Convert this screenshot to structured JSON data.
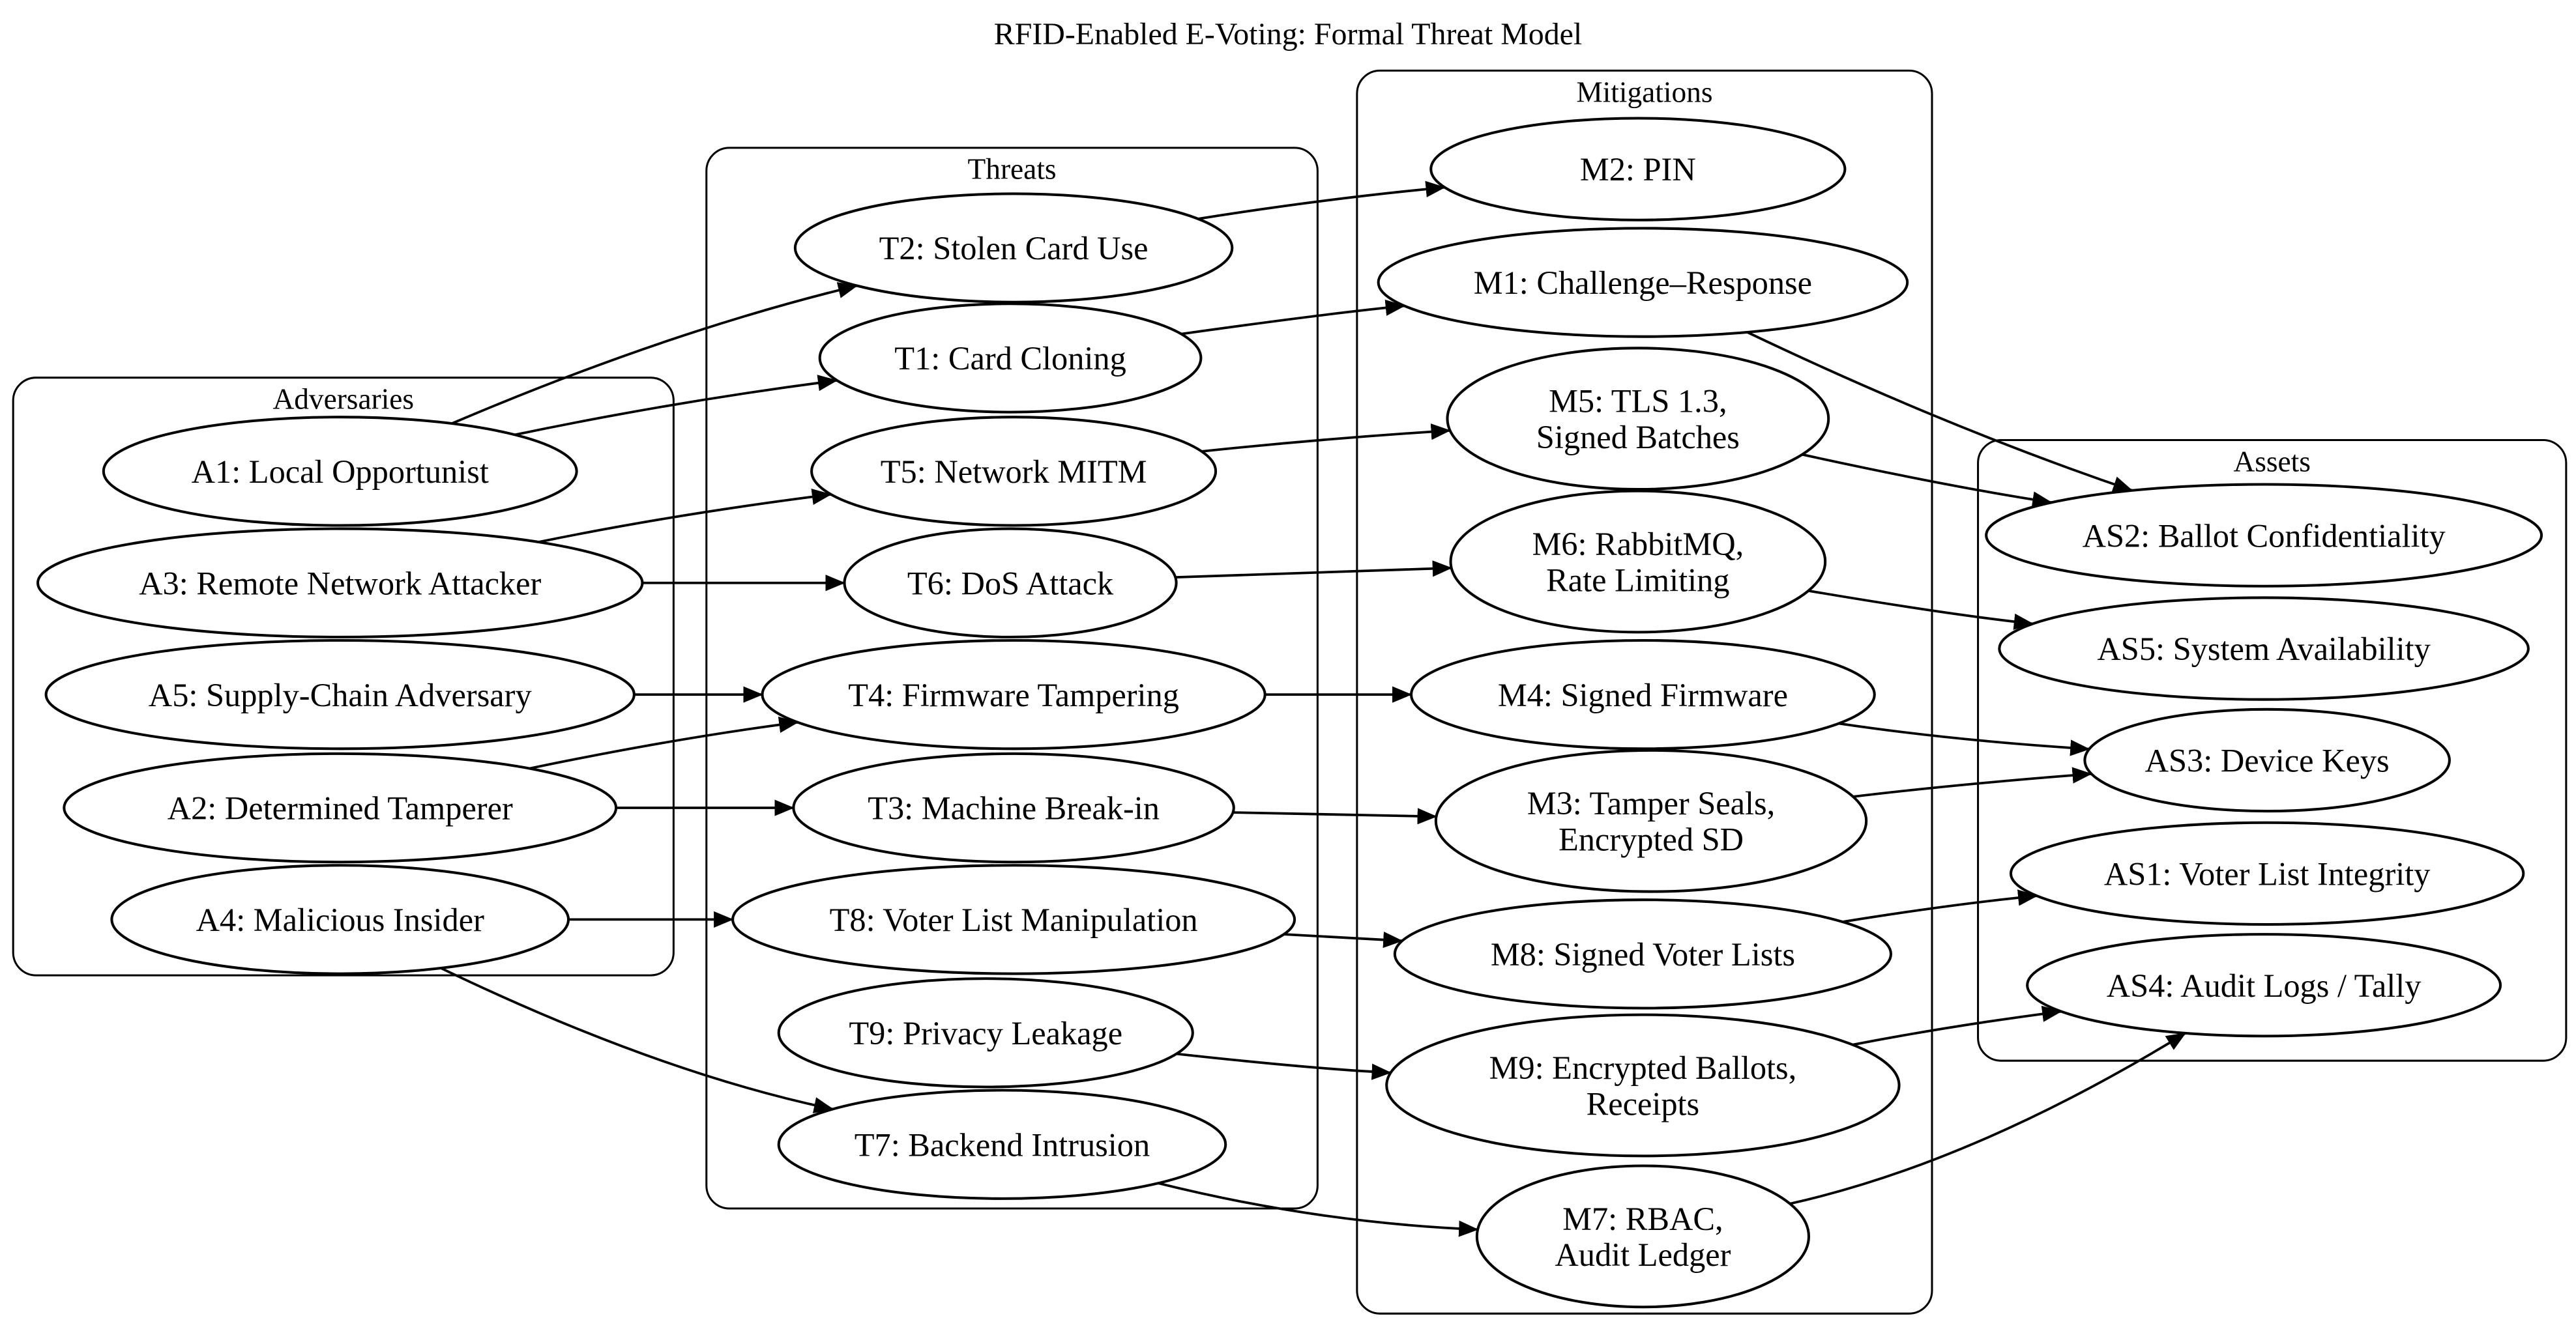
{
  "title": "RFID-Enabled E-Voting: Formal Threat Model",
  "colors": {
    "stroke": "#000000",
    "fill": "#ffffff",
    "background": "#ffffff",
    "text": "#000000"
  },
  "diagram": {
    "clusters": [
      {
        "id": "adversaries",
        "label": "Adversaries"
      },
      {
        "id": "threats",
        "label": "Threats"
      },
      {
        "id": "mitigations",
        "label": "Mitigations"
      },
      {
        "id": "assets",
        "label": "Assets"
      }
    ],
    "nodes": [
      {
        "id": "A1",
        "label": "A1: Local Opportunist",
        "cluster": "adversaries"
      },
      {
        "id": "A3",
        "label": "A3: Remote Network Attacker",
        "cluster": "adversaries"
      },
      {
        "id": "A5",
        "label": "A5: Supply-Chain Adversary",
        "cluster": "adversaries"
      },
      {
        "id": "A2",
        "label": "A2: Determined Tamperer",
        "cluster": "adversaries"
      },
      {
        "id": "A4",
        "label": "A4: Malicious Insider",
        "cluster": "adversaries"
      },
      {
        "id": "T2",
        "label": "T2: Stolen Card Use",
        "cluster": "threats"
      },
      {
        "id": "T1",
        "label": "T1: Card Cloning",
        "cluster": "threats"
      },
      {
        "id": "T5",
        "label": "T5: Network MITM",
        "cluster": "threats"
      },
      {
        "id": "T6",
        "label": "T6: DoS Attack",
        "cluster": "threats"
      },
      {
        "id": "T4",
        "label": "T4: Firmware Tampering",
        "cluster": "threats"
      },
      {
        "id": "T3",
        "label": "T3: Machine Break-in",
        "cluster": "threats"
      },
      {
        "id": "T8",
        "label": "T8: Voter List Manipulation",
        "cluster": "threats"
      },
      {
        "id": "T9",
        "label": "T9: Privacy Leakage",
        "cluster": "threats"
      },
      {
        "id": "T7",
        "label": "T7: Backend Intrusion",
        "cluster": "threats"
      },
      {
        "id": "M2",
        "label": "M2: PIN",
        "cluster": "mitigations"
      },
      {
        "id": "M1",
        "label": "M1: Challenge–Response",
        "cluster": "mitigations"
      },
      {
        "id": "M5",
        "label": "M5: TLS 1.3,\nSigned Batches",
        "cluster": "mitigations"
      },
      {
        "id": "M6",
        "label": "M6: RabbitMQ,\nRate Limiting",
        "cluster": "mitigations"
      },
      {
        "id": "M4",
        "label": "M4: Signed Firmware",
        "cluster": "mitigations"
      },
      {
        "id": "M3",
        "label": "M3: Tamper Seals,\nEncrypted SD",
        "cluster": "mitigations"
      },
      {
        "id": "M8",
        "label": "M8: Signed Voter Lists",
        "cluster": "mitigations"
      },
      {
        "id": "M9",
        "label": "M9: Encrypted Ballots,\nReceipts",
        "cluster": "mitigations"
      },
      {
        "id": "M7",
        "label": "M7: RBAC,\nAudit Ledger",
        "cluster": "mitigations"
      },
      {
        "id": "AS2",
        "label": "AS2: Ballot Confidentiality",
        "cluster": "assets"
      },
      {
        "id": "AS5",
        "label": "AS5: System Availability",
        "cluster": "assets"
      },
      {
        "id": "AS3",
        "label": "AS3: Device Keys",
        "cluster": "assets"
      },
      {
        "id": "AS1",
        "label": "AS1: Voter List Integrity",
        "cluster": "assets"
      },
      {
        "id": "AS4",
        "label": "AS4: Audit Logs / Tally",
        "cluster": "assets"
      }
    ],
    "edges": [
      {
        "from": "A1",
        "to": "T2"
      },
      {
        "from": "A1",
        "to": "T1"
      },
      {
        "from": "A3",
        "to": "T5"
      },
      {
        "from": "A3",
        "to": "T6"
      },
      {
        "from": "A5",
        "to": "T4"
      },
      {
        "from": "A2",
        "to": "T4"
      },
      {
        "from": "A2",
        "to": "T3"
      },
      {
        "from": "A4",
        "to": "T8"
      },
      {
        "from": "A4",
        "to": "T7"
      },
      {
        "from": "T2",
        "to": "M2"
      },
      {
        "from": "T1",
        "to": "M1"
      },
      {
        "from": "T5",
        "to": "M5"
      },
      {
        "from": "T6",
        "to": "M6"
      },
      {
        "from": "T4",
        "to": "M4"
      },
      {
        "from": "T3",
        "to": "M3"
      },
      {
        "from": "T8",
        "to": "M8"
      },
      {
        "from": "T9",
        "to": "M9"
      },
      {
        "from": "T7",
        "to": "M7"
      },
      {
        "from": "M1",
        "to": "AS2"
      },
      {
        "from": "M5",
        "to": "AS2"
      },
      {
        "from": "M6",
        "to": "AS5"
      },
      {
        "from": "M4",
        "to": "AS3"
      },
      {
        "from": "M3",
        "to": "AS3"
      },
      {
        "from": "M8",
        "to": "AS1"
      },
      {
        "from": "M9",
        "to": "AS4"
      },
      {
        "from": "M7",
        "to": "AS4"
      }
    ]
  }
}
